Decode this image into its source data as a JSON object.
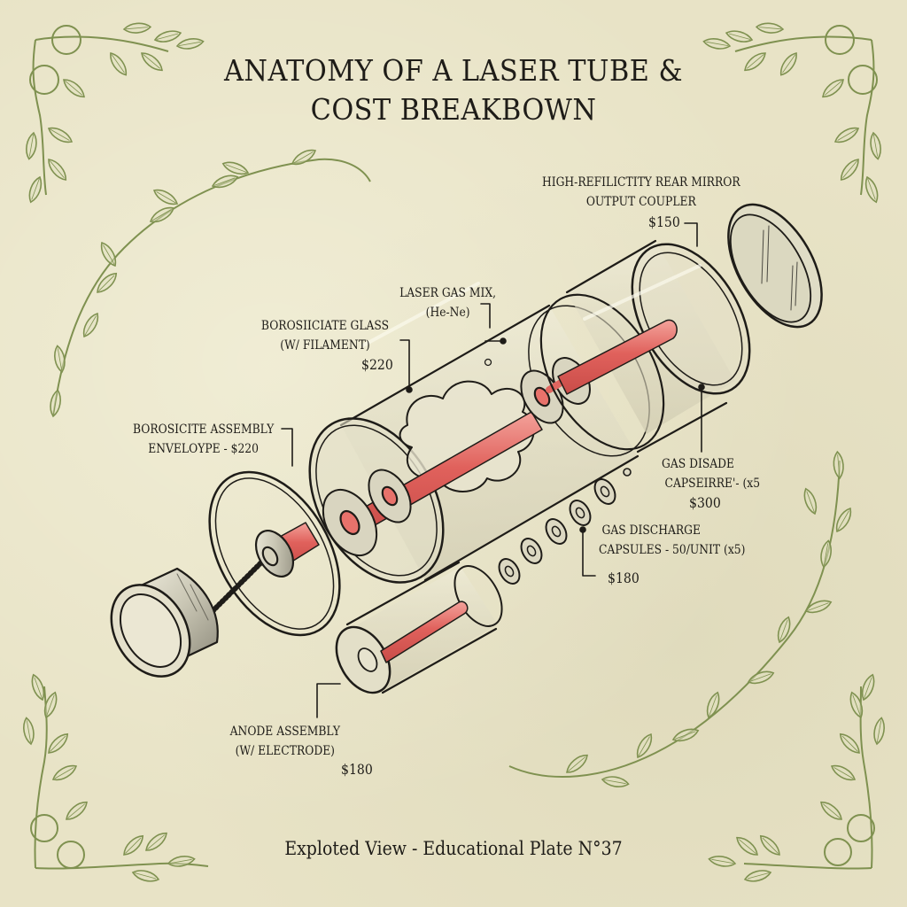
{
  "plate": {
    "title_line1": "ANATOMY OF A LASER TUBE &",
    "title_line2": "COST BREAKBOWN",
    "footer": "Exploted View - Educational Plate N°37",
    "colors": {
      "paper": "#e8e3c6",
      "ink": "#1e1c18",
      "vine": "#7f9150",
      "laser_red": "#e06660",
      "glass_fill": "#dedbc4"
    }
  },
  "labels": {
    "rear_mirror": {
      "line1": "HIGH-REFILICTITY REAR MIRROR",
      "line2": "OUTPUT COUPLER",
      "price": "$150"
    },
    "gas_mix": {
      "line1": "LASER GAS MIX,",
      "line2": "(He-Ne)"
    },
    "borosilicate_glass": {
      "line1": "BOROSIICIATE GLASS",
      "line2": "(W/ FILAMENT)",
      "price": "$220"
    },
    "envelope": {
      "line1": "BOROSICITE ASSEMBLY",
      "line2": "ENVELOYPE - $220"
    },
    "gas_disade": {
      "line1": "GAS DISADE",
      "line2": "CAPSEIRRE'- (x5",
      "price": "$300"
    },
    "gas_discharge": {
      "line1": "GAS DISCHARGE",
      "line2": "CAPSULES - 50/UNIT (x5)",
      "price": "$180"
    },
    "anode": {
      "line1": "ANODE ASSEMBLY",
      "line2": "(W/ ELECTRODE)",
      "price": "$180"
    }
  },
  "components": [
    {
      "name": "Cathode end cap with spring",
      "icon": "end-cap-icon"
    },
    {
      "name": "Envelope ring",
      "icon": "ring-icon"
    },
    {
      "name": "Main borosilicate glass tube with gas cloud",
      "icon": "glass-tube-icon"
    },
    {
      "name": "Rear glass tube section",
      "icon": "glass-tube-icon"
    },
    {
      "name": "Rear mirror / output coupler",
      "icon": "mirror-icon"
    },
    {
      "name": "Gas discharge capsules (washers)",
      "icon": "washer-icon"
    },
    {
      "name": "Anode assembly tube",
      "icon": "anode-tube-icon"
    }
  ]
}
